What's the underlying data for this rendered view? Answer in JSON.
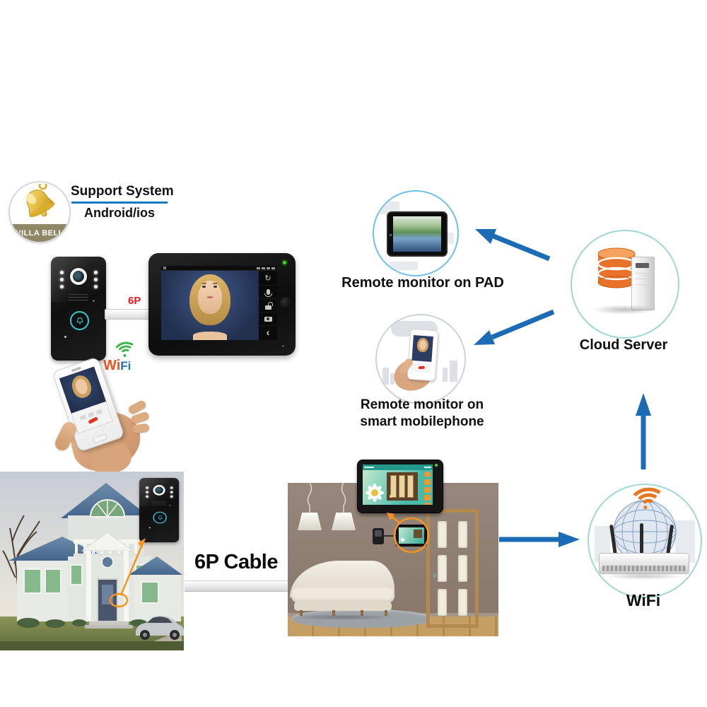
{
  "logo": {
    "brand": "VILLA BELL",
    "support_line1": "Support System",
    "support_line2": "Android/ios"
  },
  "connections": {
    "cable_short_label": "6P",
    "cable_long_label": "6P Cable",
    "wifi_badge": {
      "wi": "Wi",
      "fi": "Fi"
    }
  },
  "nodes": {
    "pad_label": "Remote monitor on PAD",
    "mobile_label_line1": "Remote monitor on",
    "mobile_label_line2": "smart mobilephone",
    "cloud_label": "Cloud Server",
    "wifi_label": "WiFi"
  },
  "icons": {
    "refresh_glyph": "↻",
    "back_glyph": "‹",
    "names": [
      "villa-bell-logo-icon",
      "doorbell-camera-icon",
      "doorbell-bell-button-icon",
      "wifi-signal-icon",
      "refresh-icon",
      "mic-icon",
      "unlock-icon",
      "capture-camera-icon",
      "back-icon",
      "hangup-icon",
      "database-icon",
      "server-tower-icon",
      "globe-icon",
      "router-icon"
    ]
  },
  "colors": {
    "arrow_blue": "#1b6cb5",
    "divider_blue": "#1779c0",
    "label_red": "#e8191f",
    "wifi_green": "#3ab54a",
    "wifi_orange": "#f15a24",
    "wifi_blue": "#1b75bc",
    "button_teal": "#3fc6cd",
    "ring_teal": "#9fd8d2",
    "ring_blue": "#6fc0e8",
    "banner_olive": "#8f8766",
    "led_green": "#3fd61f",
    "database_orange": "#e8722a",
    "annotation_orange": "#f7941d"
  }
}
